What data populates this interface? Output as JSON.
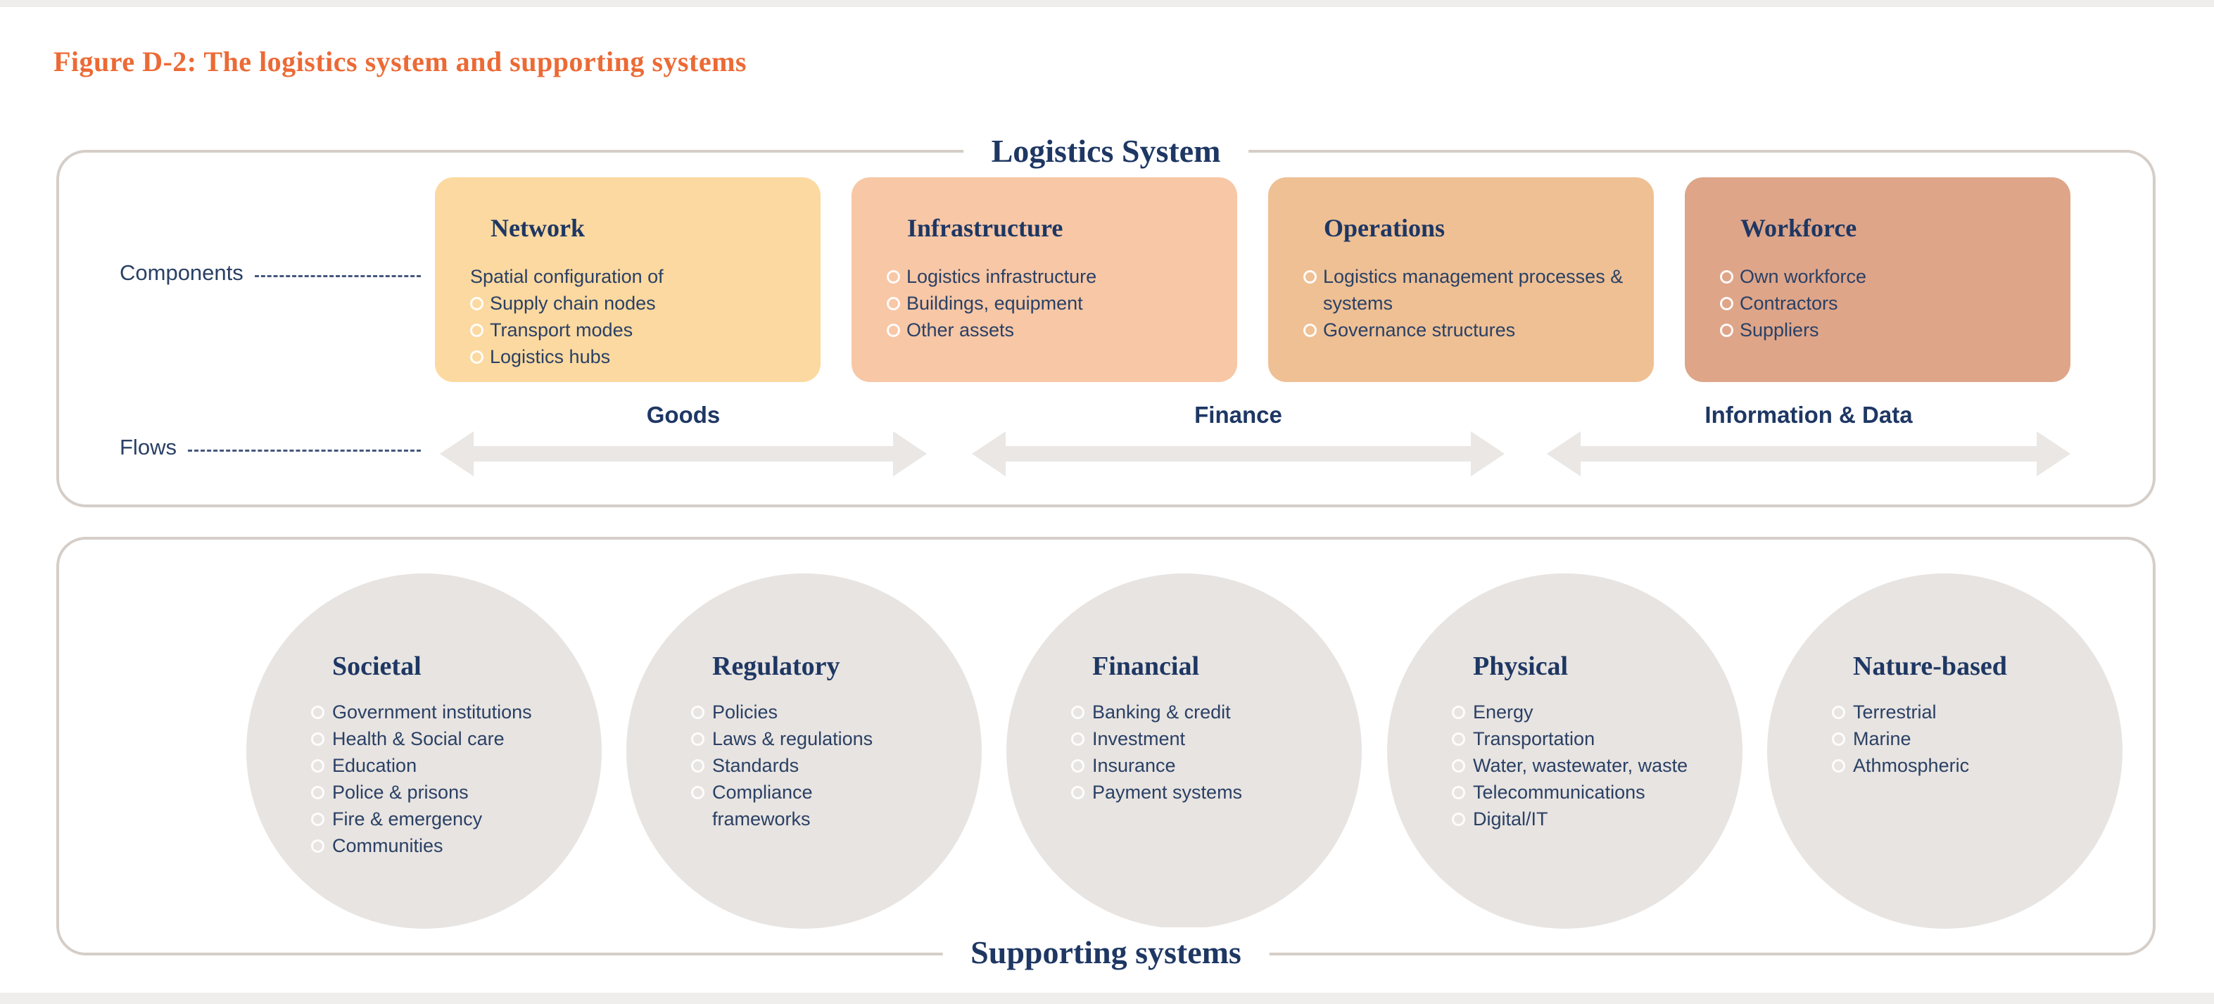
{
  "figure": {
    "title": "Figure D-2: The logistics system and supporting systems"
  },
  "logistics": {
    "label": "Logistics System",
    "row_labels": {
      "components": "Components",
      "flows": "Flows"
    },
    "components": [
      {
        "name": "Network",
        "intro": "Spatial configuration of",
        "items": [
          "Supply chain nodes",
          "Transport modes",
          "Logistics hubs"
        ],
        "color": "#FBD9A0"
      },
      {
        "name": "Infrastructure",
        "items": [
          "Logistics infrastructure",
          "Buildings, equipment",
          "Other assets"
        ],
        "color": "#F7C7A6"
      },
      {
        "name": "Operations",
        "items": [
          "Logistics management processes & systems",
          "Governance structures"
        ],
        "color": "#EEC094"
      },
      {
        "name": "Workforce",
        "items": [
          "Own workforce",
          "Contractors",
          "Suppliers"
        ],
        "color": "#DEA589"
      }
    ],
    "flows": [
      "Goods",
      "Finance",
      "Information & Data"
    ]
  },
  "supporting": {
    "label": "Supporting systems",
    "circle_color": "#E8E4E1",
    "circles": [
      {
        "name": "Societal",
        "items": [
          "Government institutions",
          "Health & Social care",
          "Education",
          "Police & prisons",
          "Fire & emergency",
          "Communities"
        ]
      },
      {
        "name": "Regulatory",
        "items": [
          "Policies",
          "Laws & regulations",
          "Standards",
          "Compliance frameworks"
        ]
      },
      {
        "name": "Financial",
        "items": [
          "Banking & credit",
          "Investment",
          "Insurance",
          "Payment systems"
        ]
      },
      {
        "name": "Physical",
        "items": [
          "Energy",
          "Transportation",
          "Water, wastewater, waste",
          "Telecommunications",
          "Digital/IT"
        ]
      },
      {
        "name": "Nature-based",
        "items": [
          "Terrestrial",
          "Marine",
          "Athmospheric"
        ]
      }
    ]
  },
  "colors": {
    "accent_title": "#EC6A35",
    "navy_text": "#1E3763",
    "panel_border": "#D5CEC8",
    "arrow_gray": "#EAE7E4",
    "strip_gray": "#F0EEEC"
  }
}
